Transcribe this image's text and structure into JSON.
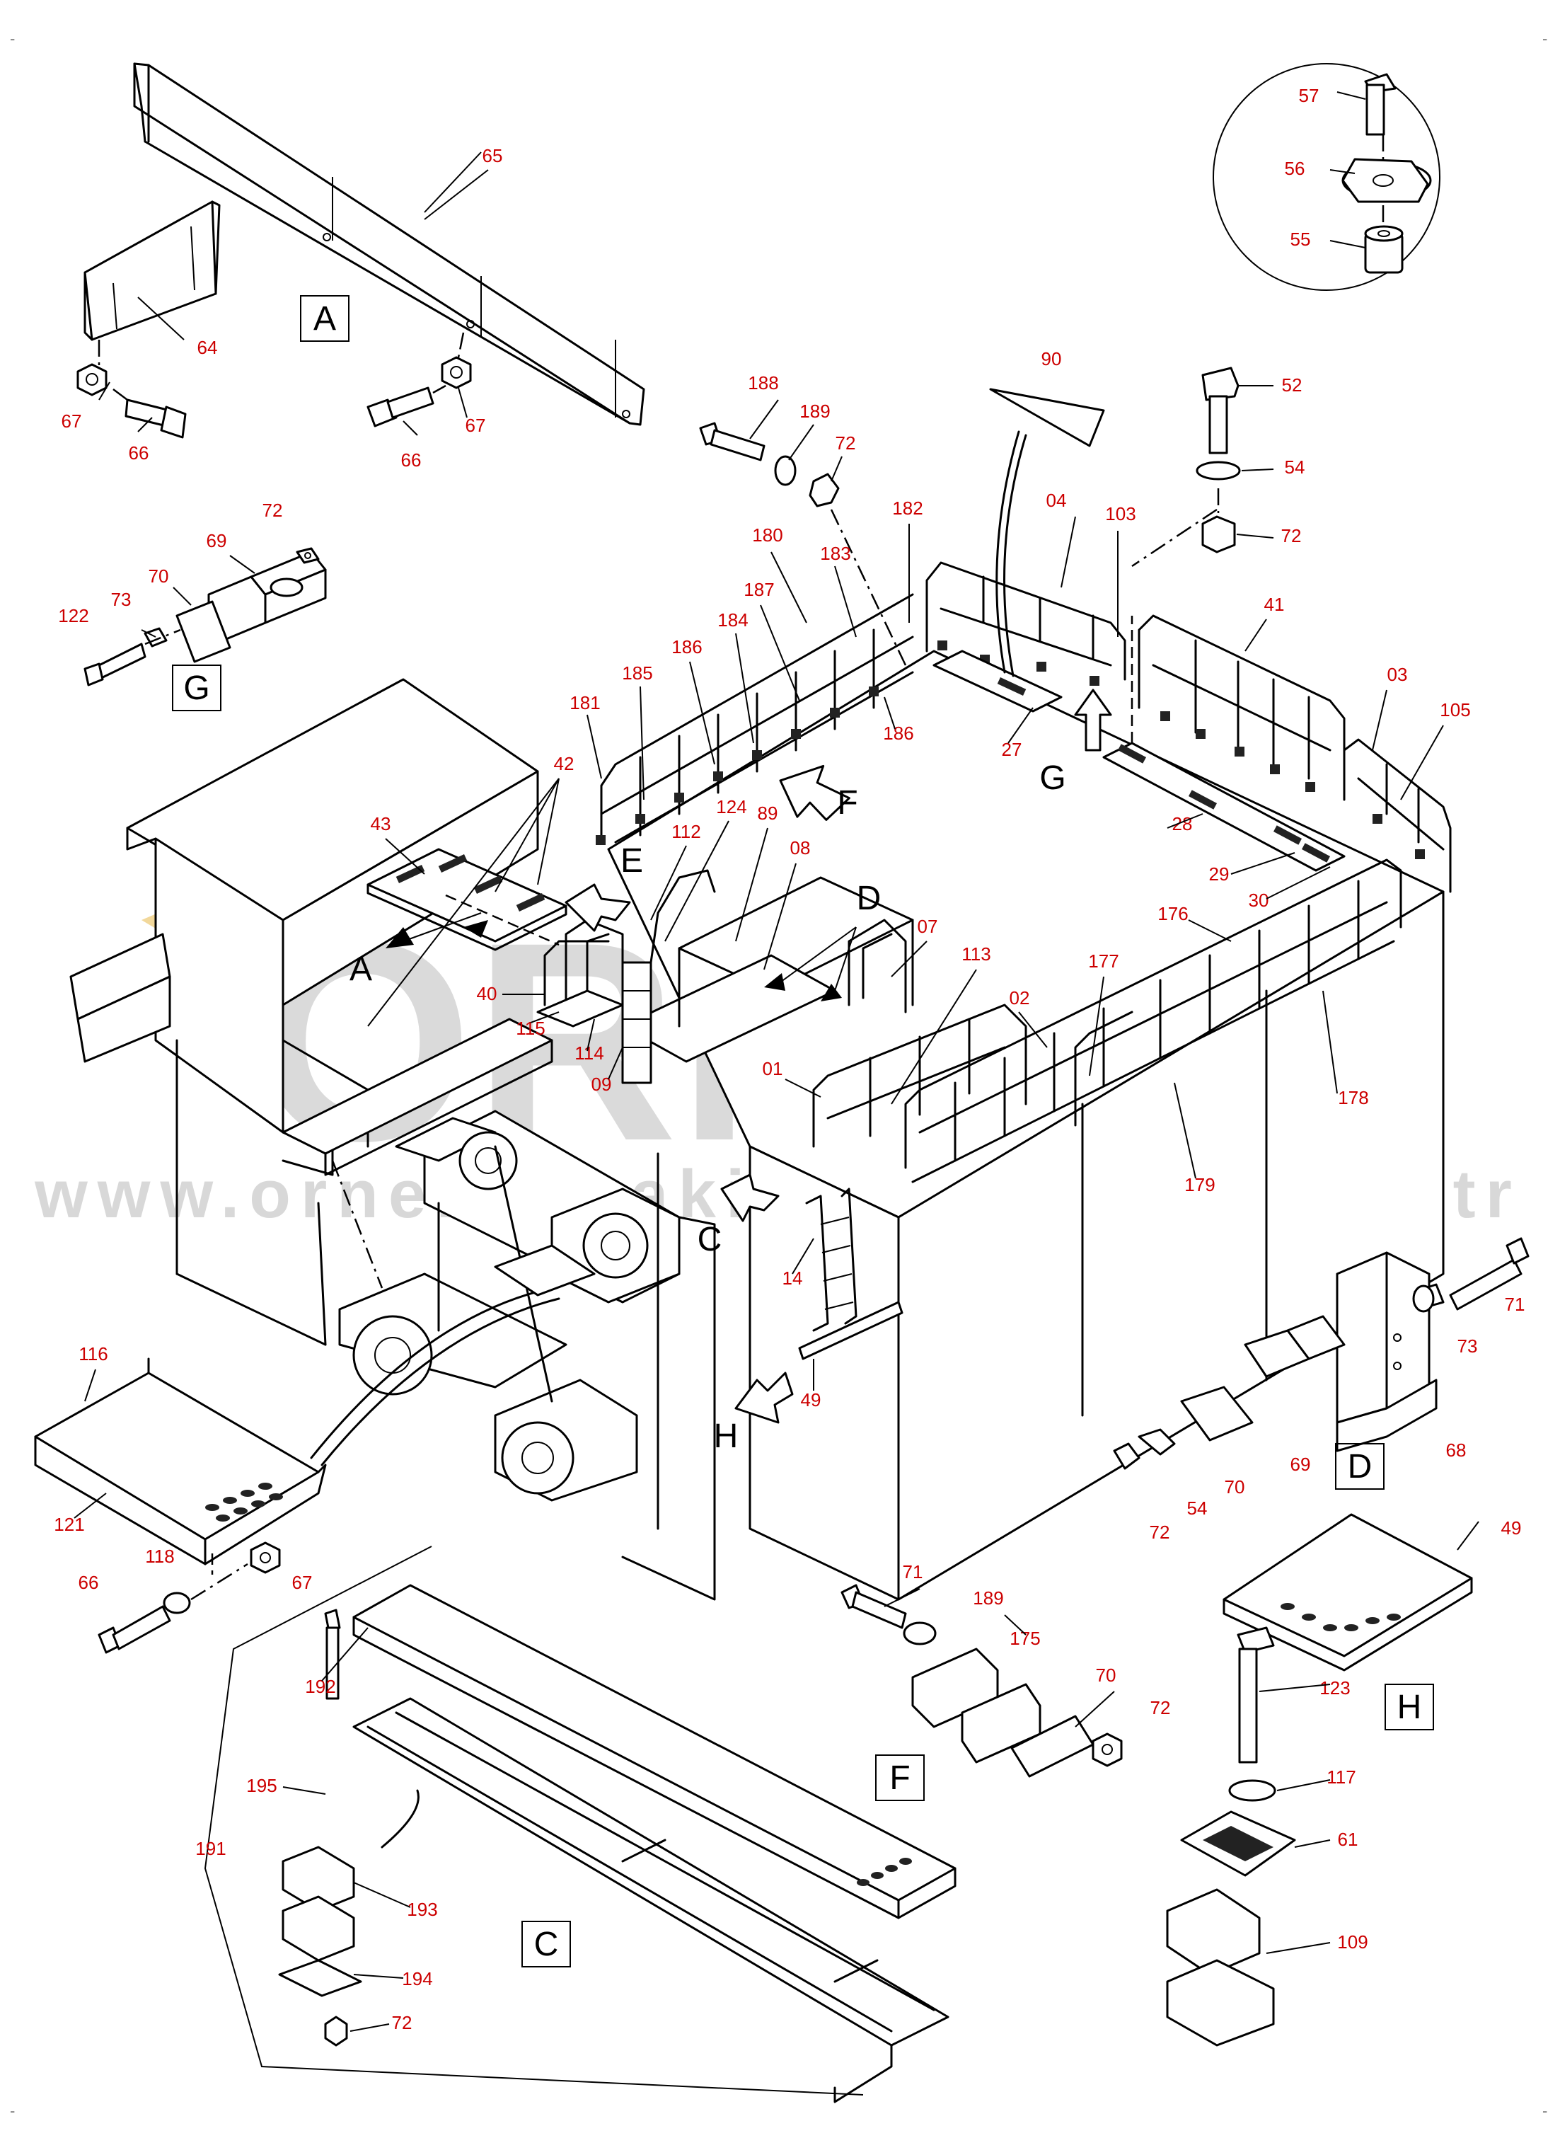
{
  "watermark": {
    "brand": "ÖRNEK",
    "url": "www.ornekismakinaparcalari.com.tr"
  },
  "view_letters": [
    "A",
    "A",
    "C",
    "C",
    "D",
    "D",
    "D",
    "E",
    "F",
    "F",
    "G",
    "G",
    "H",
    "H"
  ],
  "part_numbers": [
    "65",
    "64",
    "67",
    "66",
    "66",
    "67",
    "57",
    "56",
    "55",
    "188",
    "189",
    "72",
    "90",
    "52",
    "54",
    "72",
    "69",
    "72",
    "70",
    "73",
    "122",
    "180",
    "183",
    "182",
    "04",
    "103",
    "41",
    "03",
    "187",
    "184",
    "186",
    "185",
    "181",
    "186",
    "27",
    "105",
    "43",
    "42",
    "112",
    "124",
    "89",
    "08",
    "28",
    "29",
    "30",
    "176",
    "40",
    "115",
    "114",
    "09",
    "07",
    "113",
    "177",
    "02",
    "01",
    "178",
    "179",
    "14",
    "49",
    "116",
    "121",
    "118",
    "66",
    "67",
    "71",
    "73",
    "68",
    "69",
    "70",
    "54",
    "72",
    "71",
    "189",
    "175",
    "70",
    "72",
    "49",
    "123",
    "117",
    "61",
    "109",
    "192",
    "195",
    "191",
    "193",
    "194",
    "72"
  ],
  "colors": {
    "line": "#000000",
    "part_number": "#cc0000",
    "watermark": "#d4d4d4",
    "watermark_accent": "#e8b840"
  }
}
